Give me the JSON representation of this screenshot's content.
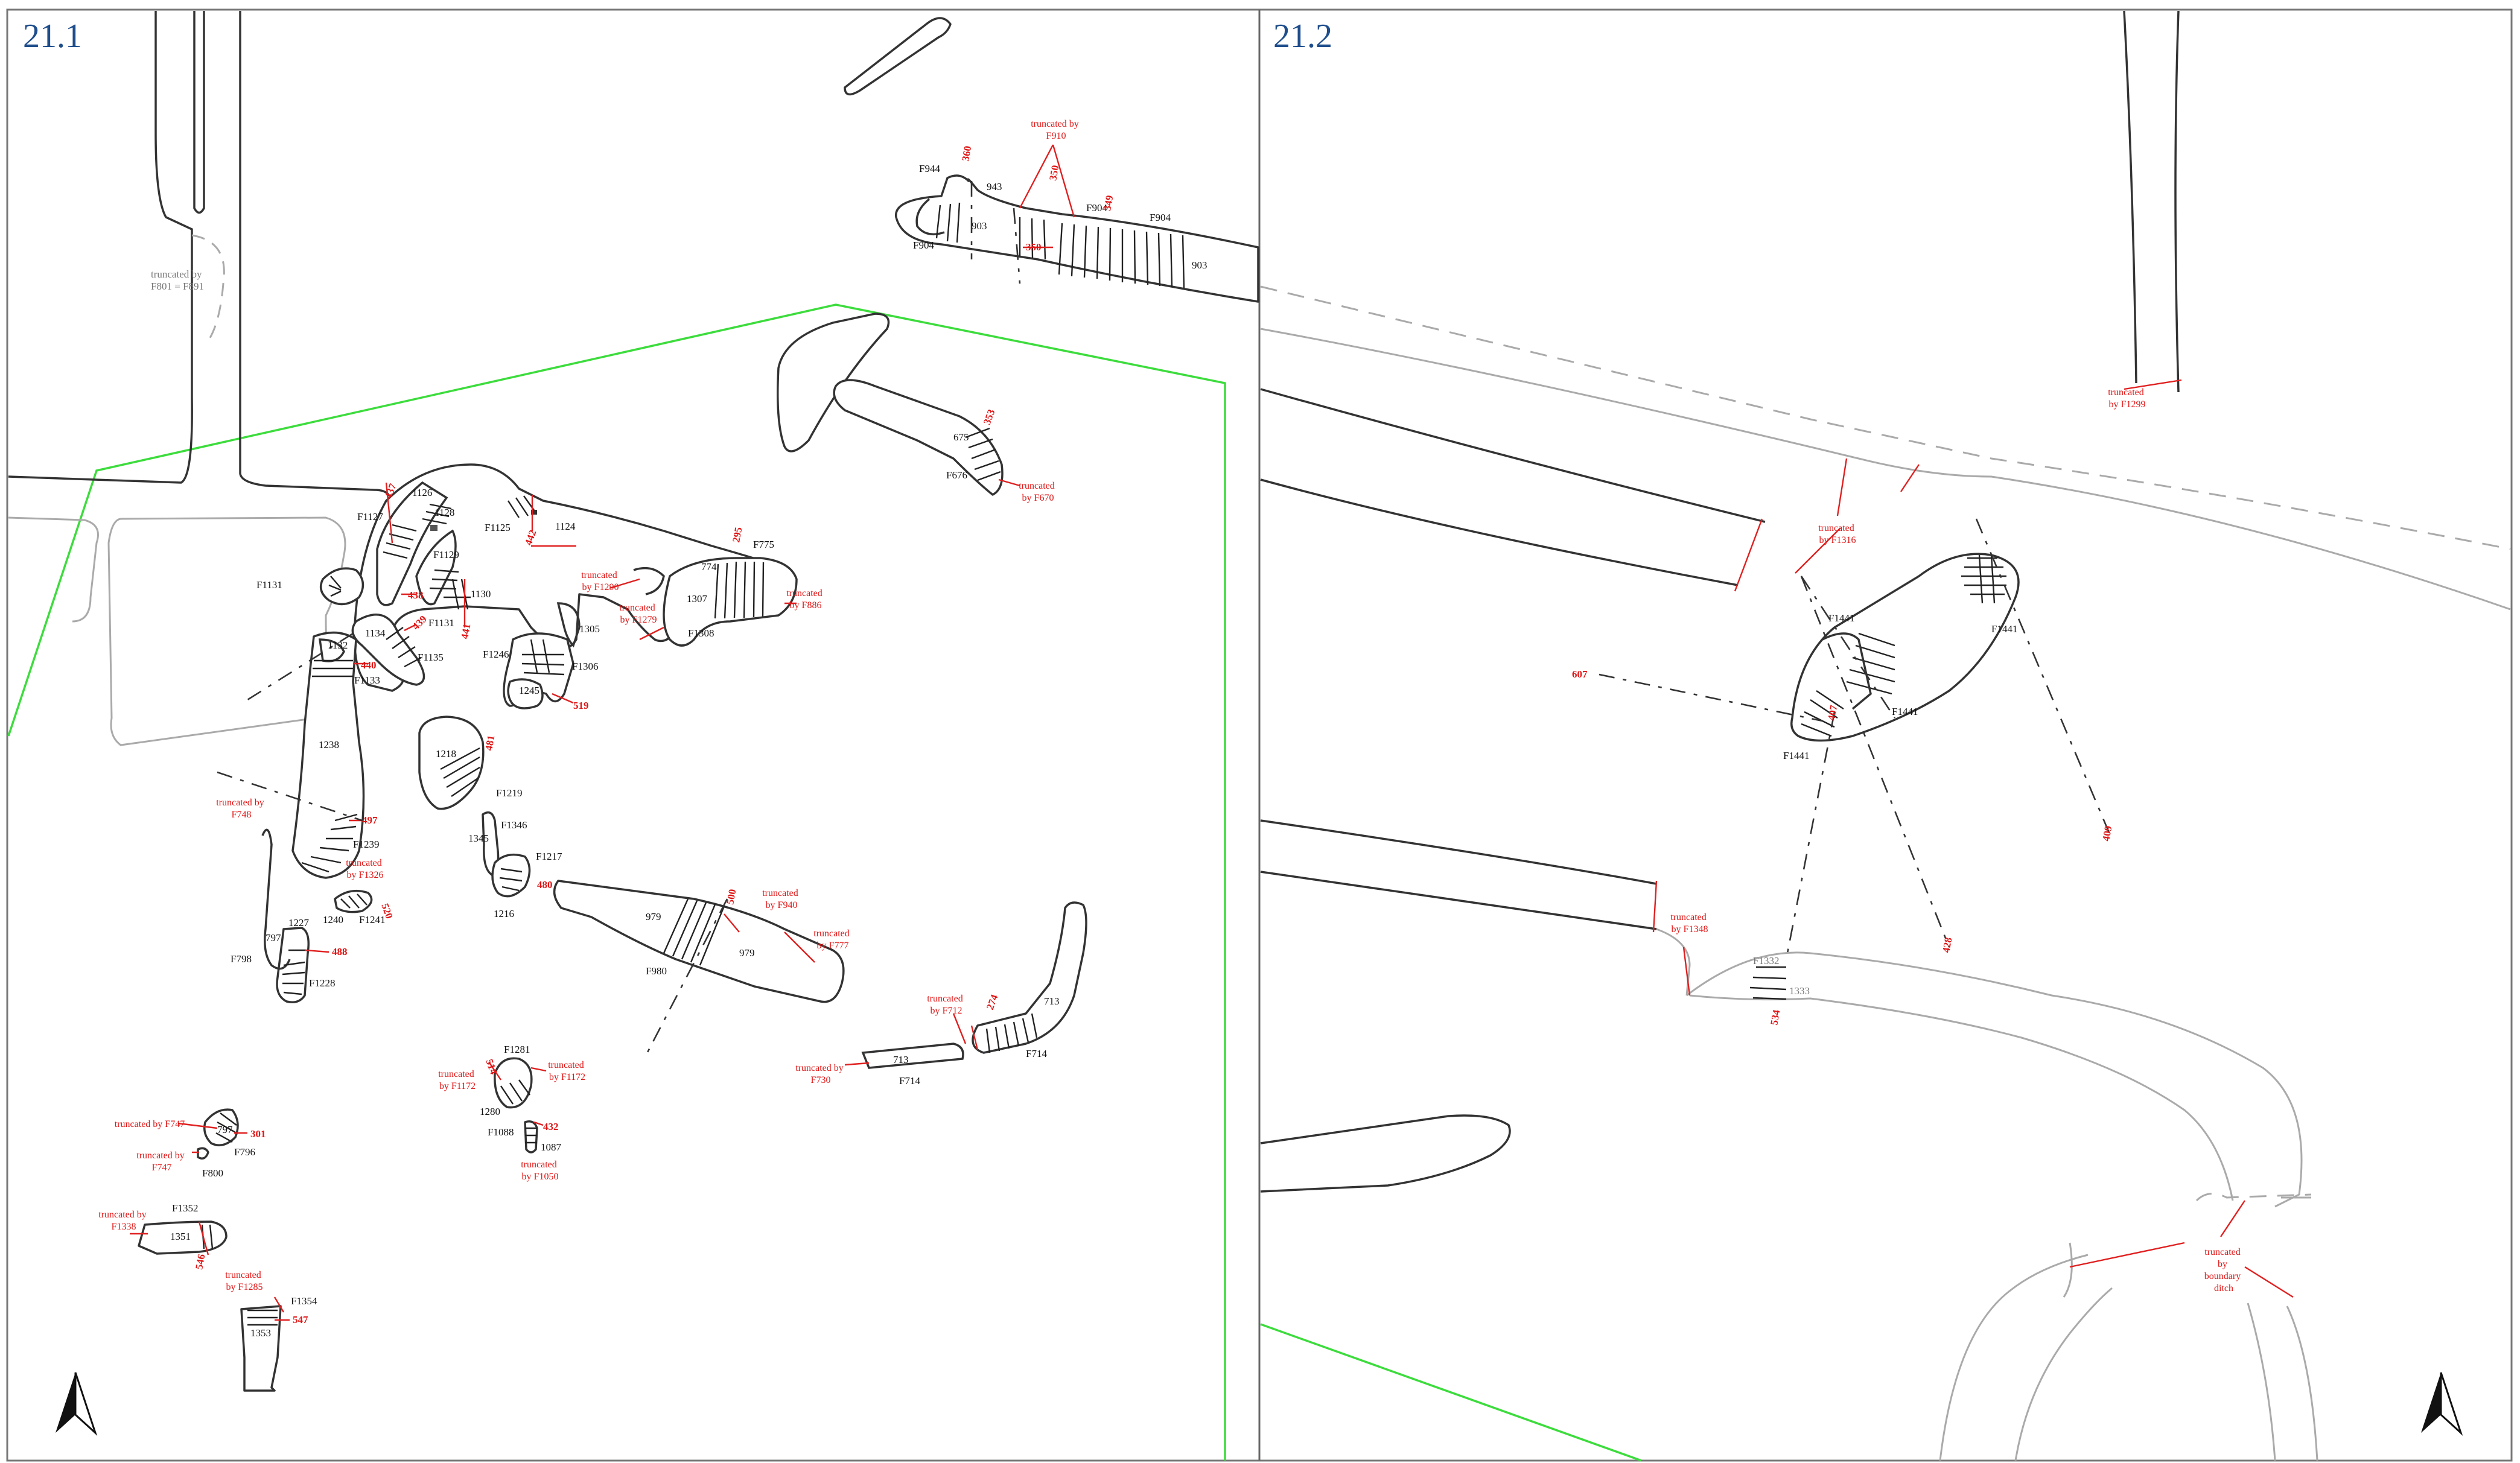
{
  "panels": [
    {
      "label": "21.1"
    },
    {
      "label": "21.2"
    }
  ],
  "colors": {
    "panel_label": "#1f4e8c",
    "annotation_red": "#e01515",
    "excavation_edge_green": "#3ddc3d",
    "feature_line": "#333333",
    "earlier_feature_grey": "#aaaaaa"
  },
  "icons": [
    "north-arrow-icon",
    "north-arrow-icon"
  ],
  "labels_21_1": {
    "truncated_f801": [
      "truncated by",
      "F801 = F891"
    ],
    "f944": "F944",
    "n943": "943",
    "n903a": "903",
    "f904a": "F904",
    "f904b": "F904",
    "f904c": "F904",
    "n903b": "903",
    "truncated_f910": [
      "truncated by",
      "F910"
    ],
    "r360": "360",
    "r350a": "350",
    "r350b": "350",
    "r349": "349",
    "n675": "675",
    "f676": "F676",
    "r353": "353",
    "truncated_f670": [
      "truncated",
      "by F670"
    ],
    "n1126": "1126",
    "f1127": "F1127",
    "n1128": "1128",
    "f1129": "F1129",
    "f1125": "F1125",
    "n1124": "1124",
    "r437": "437",
    "r442": "442",
    "f1131a": "F1131",
    "n1130": "1130",
    "f1131b": "F1131",
    "r438": "438",
    "r441": "441",
    "n1134": "1134",
    "n1132": "1132",
    "f1135": "F1135",
    "r439": "439",
    "r440": "440",
    "f1133": "F1133",
    "truncated_f1290": [
      "truncated",
      "by F1290"
    ],
    "truncated_f1279": [
      "truncated",
      "by F1279"
    ],
    "n1305": "1305",
    "f1246": "F1246",
    "f1306": "F1306",
    "n1245": "1245",
    "r519": "519",
    "n774": "774",
    "f775": "F775",
    "n1307": "1307",
    "f1308": "F1308",
    "r295": "295",
    "truncated_f886": [
      "truncated",
      "by F886"
    ],
    "n1238": "1238",
    "n1218": "1218",
    "r481": "481",
    "f1219": "F1219",
    "truncated_f748": [
      "truncated by",
      "F748"
    ],
    "r497": "497",
    "f1239": "F1239",
    "f1346": "F1346",
    "n1345": "1345",
    "truncated_f1326": [
      "truncated",
      "by F1326"
    ],
    "n1240": "1240",
    "f1241": "F1241",
    "r520": "520",
    "f1217": "F1217",
    "r480": "480",
    "n1216": "1216",
    "n979a": "979",
    "n979b": "979",
    "f980": "F980",
    "r500": "500",
    "truncated_f940": [
      "truncated",
      "by F940"
    ],
    "truncated_f777": [
      "truncated",
      "by F777"
    ],
    "n1227": "1227",
    "n797a": "797",
    "f798": "F798",
    "r488": "488",
    "f1228": "F1228",
    "truncated_f712": [
      "truncated",
      "by F712"
    ],
    "r274": "274",
    "n713a": "713",
    "n713b": "713",
    "f714a": "F714",
    "f714b": "F714",
    "truncated_f730": [
      "truncated by",
      "F730"
    ],
    "f1281": "F1281",
    "r514": "514",
    "truncated_f1172a": [
      "truncated",
      "by F1172"
    ],
    "truncated_f1172b": [
      "truncated",
      "by F1172"
    ],
    "n1280": "1280",
    "f1088": "F1088",
    "r432": "432",
    "n1087": "1087",
    "truncated_f1050": [
      "truncated",
      "by F1050"
    ],
    "truncated_f747a": "truncated by F747",
    "n797b": "797",
    "r301": "301",
    "f796": "F796",
    "truncated_f747b": [
      "truncated by",
      "F747"
    ],
    "f800": "F800",
    "truncated_f1338": [
      "truncated by",
      "F1338"
    ],
    "f1352": "F1352",
    "n1351": "1351",
    "r546": "546",
    "truncated_f1285": [
      "truncated",
      "by F1285"
    ],
    "f1354": "F1354",
    "r547": "547",
    "n1353": "1353"
  },
  "labels_21_2": {
    "truncated_f1299": [
      "truncated",
      "by F1299"
    ],
    "truncated_f1316": [
      "truncated",
      "by F1316"
    ],
    "f1441a": "F1441",
    "f1441b": "F1441",
    "f1441c": "F1441",
    "f1441d": "F1441",
    "r607": "607",
    "r407": "407",
    "r409": "409",
    "r428": "428",
    "truncated_f1348": [
      "truncated",
      "by F1348"
    ],
    "f1332": "F1332",
    "n1333": "1333",
    "r534": "534",
    "truncated_boundary": [
      "truncated",
      "by",
      "boundary",
      "ditch"
    ]
  }
}
